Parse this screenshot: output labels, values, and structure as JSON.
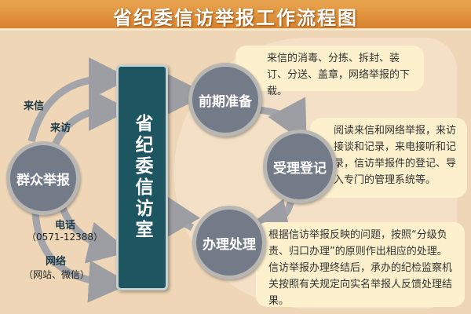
{
  "title": "省纪委信访举报工作流程图",
  "source": "群众举报",
  "office": "省纪委信访室",
  "channels": [
    {
      "label": "来信"
    },
    {
      "label": "来访"
    },
    {
      "label": "电话",
      "detail": "（0571-12388）"
    },
    {
      "label": "网络",
      "detail": "（网站、微信）"
    }
  ],
  "steps": [
    {
      "name": "前期准备",
      "desc": "来信的消毒、分拣、拆封、装订、分送、盖章，网络举报的下载。"
    },
    {
      "name": "受理登记",
      "desc": "阅读来信和网络举报，来访接谈和记录，来电接听和记录，信访举报件的登记、导入专门的管理系统等。"
    },
    {
      "name": "办理处理",
      "desc": "根据信访举报反映的问题，按照“分级负责、归口办理”的原则作出相应的处理。信访举报办理终结后，承办的纪检监察机关按照有关规定向实名举报人反馈处理结果。"
    }
  ]
}
